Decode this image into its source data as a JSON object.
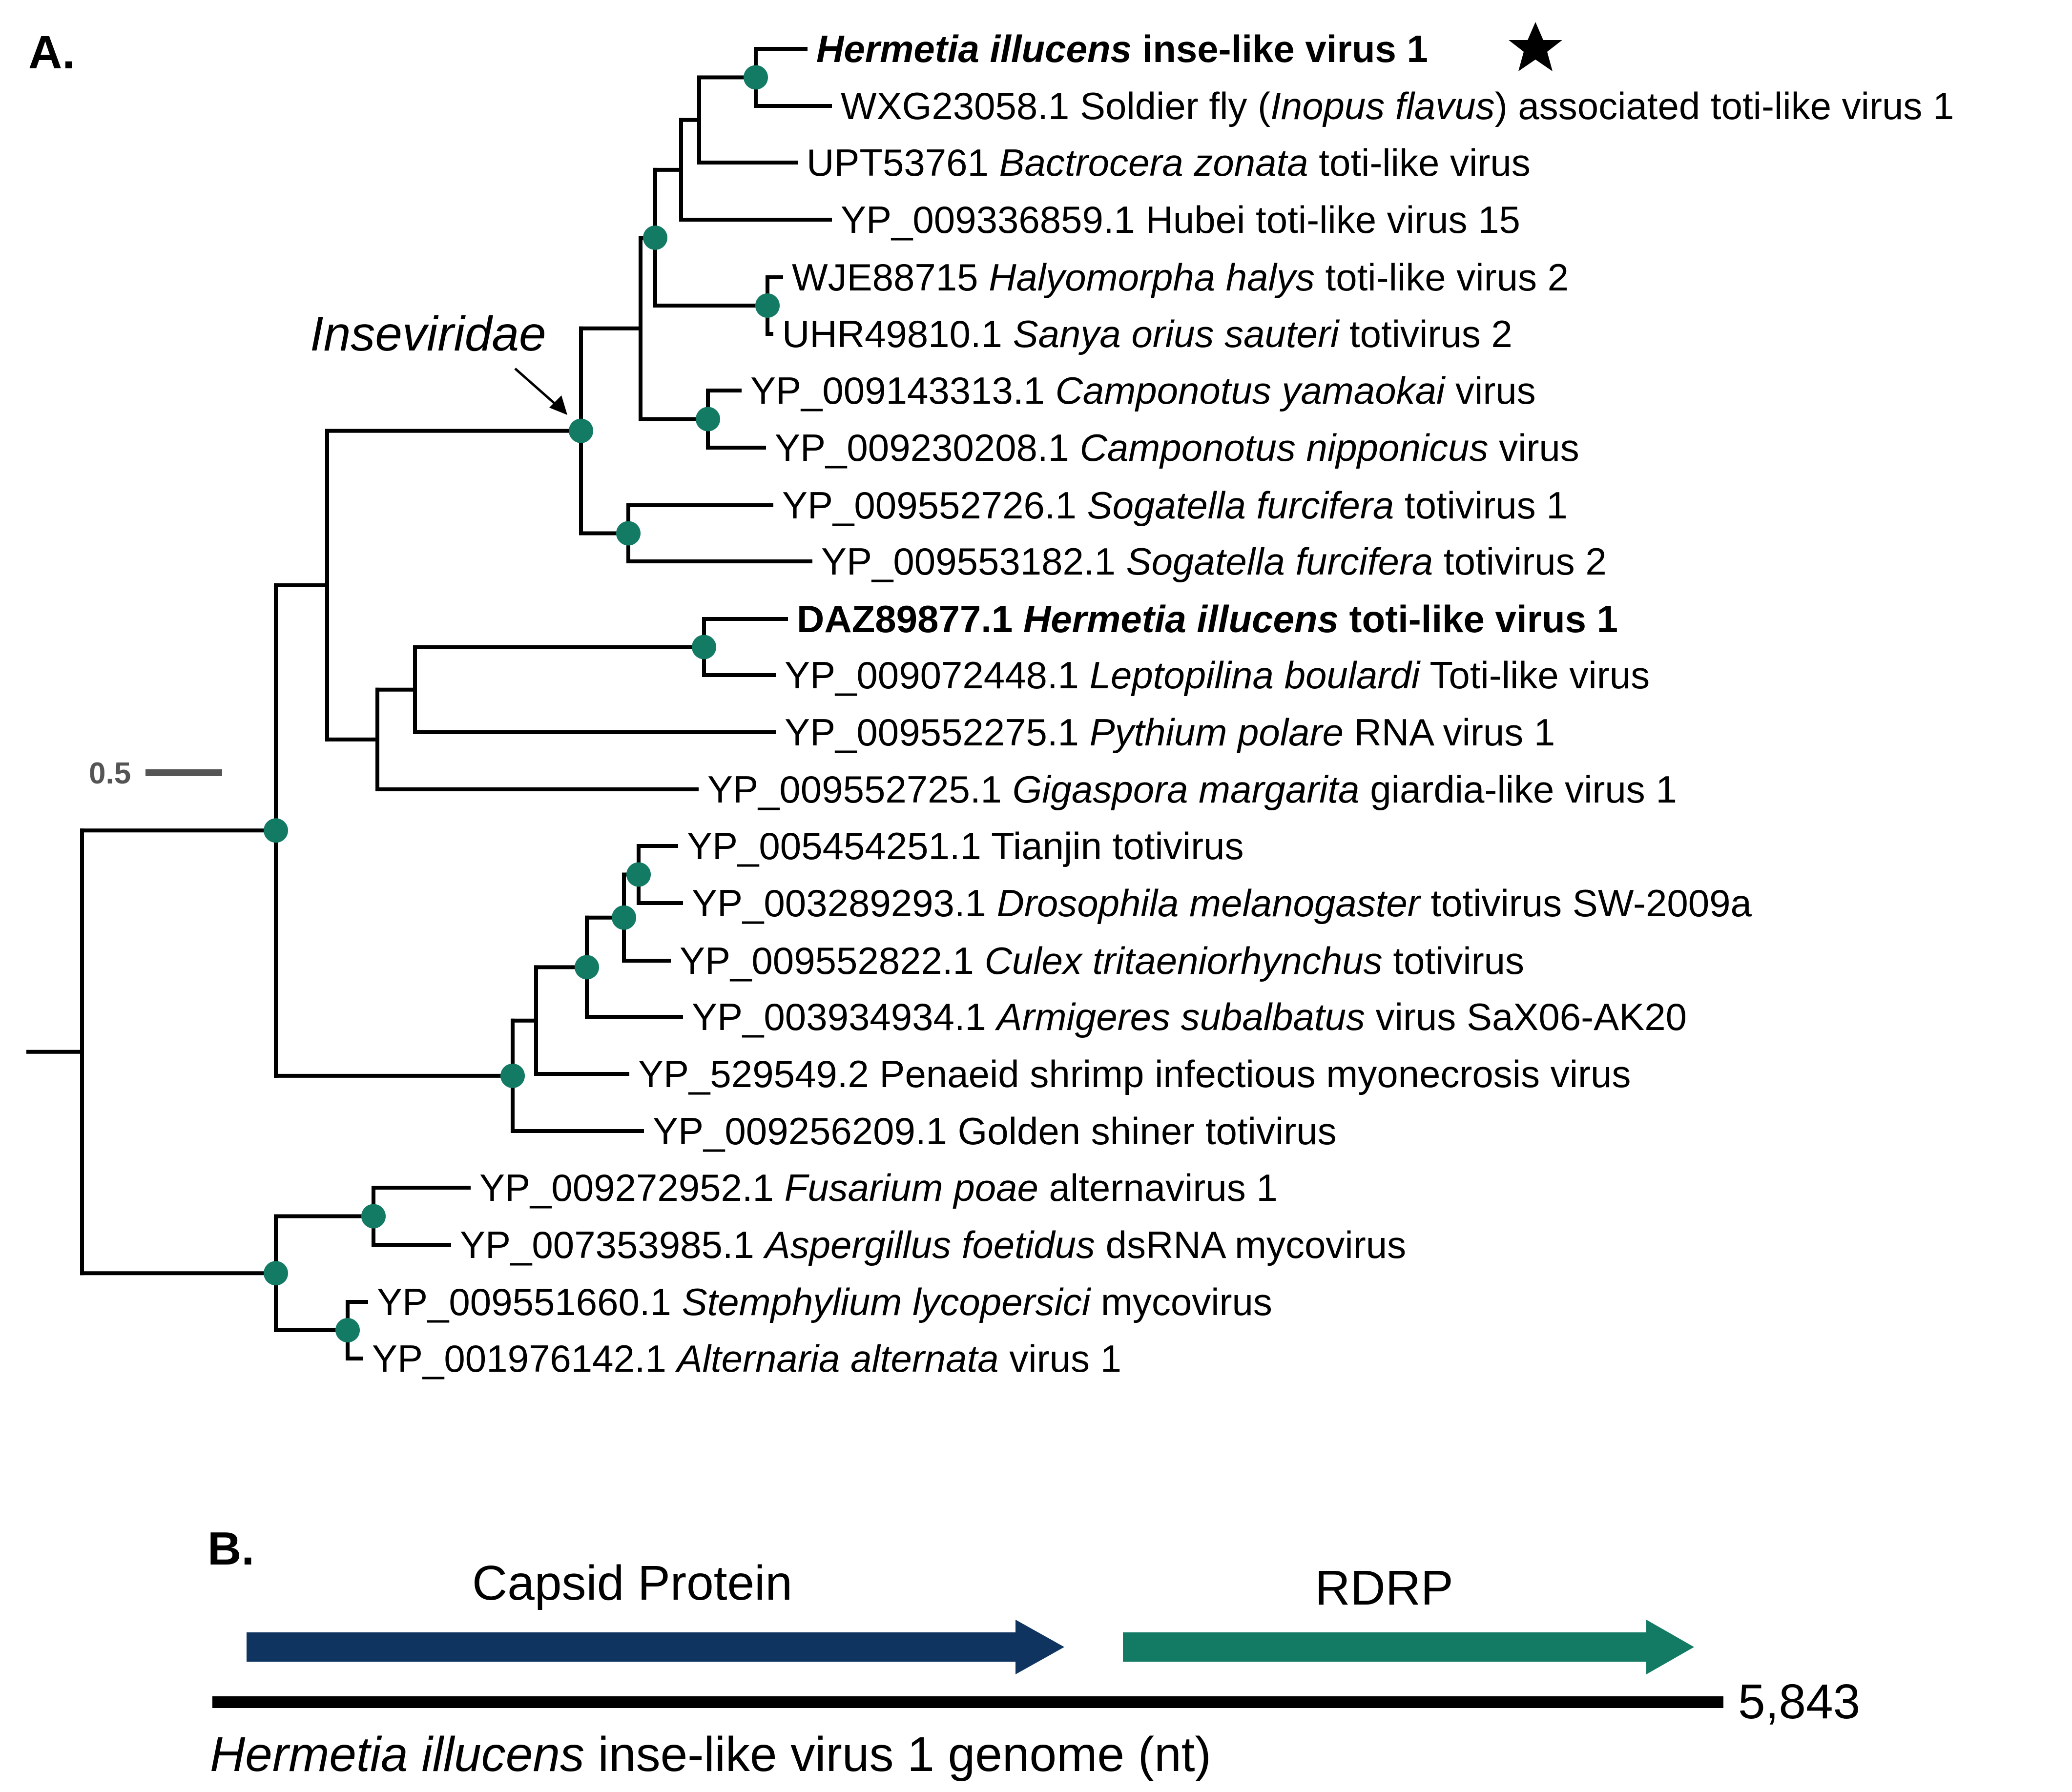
{
  "panel_a": {
    "label": "A.",
    "scale_bar_label": "0.5",
    "clade_label": "Inseviridae",
    "node_color": "#137a63",
    "star_icon": "star-icon",
    "taxa": [
      {
        "parts": [
          {
            "t": "Hermetia illucens",
            "i": true,
            "b": true
          },
          {
            "t": " inse-like virus 1",
            "b": true
          }
        ]
      },
      {
        "parts": [
          {
            "t": "WXG23058.1 Soldier fly ("
          },
          {
            "t": "Inopus flavus",
            "i": true
          },
          {
            "t": ") associated toti-like virus 1"
          }
        ]
      },
      {
        "parts": [
          {
            "t": "UPT53761 "
          },
          {
            "t": "Bactrocera zonata",
            "i": true
          },
          {
            "t": " toti-like virus"
          }
        ]
      },
      {
        "parts": [
          {
            "t": "YP_009336859.1 Hubei toti-like virus 15"
          }
        ]
      },
      {
        "parts": [
          {
            "t": "WJE88715 "
          },
          {
            "t": "Halyomorpha halys",
            "i": true
          },
          {
            "t": " toti-like virus 2"
          }
        ]
      },
      {
        "parts": [
          {
            "t": "UHR49810.1 "
          },
          {
            "t": "Sanya orius sauteri",
            "i": true
          },
          {
            "t": " totivirus 2"
          }
        ]
      },
      {
        "parts": [
          {
            "t": "YP_009143313.1 "
          },
          {
            "t": "Camponotus yamaokai",
            "i": true
          },
          {
            "t": " virus"
          }
        ]
      },
      {
        "parts": [
          {
            "t": "YP_009230208.1 "
          },
          {
            "t": "Camponotus nipponicus",
            "i": true
          },
          {
            "t": " virus"
          }
        ]
      },
      {
        "parts": [
          {
            "t": "YP_009552726.1 "
          },
          {
            "t": "Sogatella furcifera",
            "i": true
          },
          {
            "t": " totivirus 1"
          }
        ]
      },
      {
        "parts": [
          {
            "t": "YP_009553182.1 "
          },
          {
            "t": "Sogatella furcifera",
            "i": true
          },
          {
            "t": " totivirus 2"
          }
        ]
      },
      {
        "parts": [
          {
            "t": "DAZ89877.1 ",
            "b": true
          },
          {
            "t": "Hermetia illucens",
            "i": true,
            "b": true
          },
          {
            "t": " toti-like virus 1",
            "b": true
          }
        ]
      },
      {
        "parts": [
          {
            "t": "YP_009072448.1 "
          },
          {
            "t": "Leptopilina boulardi",
            "i": true
          },
          {
            "t": " Toti-like virus"
          }
        ]
      },
      {
        "parts": [
          {
            "t": "YP_009552275.1 "
          },
          {
            "t": "Pythium polare",
            "i": true
          },
          {
            "t": " RNA virus 1"
          }
        ]
      },
      {
        "parts": [
          {
            "t": "YP_009552725.1 "
          },
          {
            "t": "Gigaspora margarita",
            "i": true
          },
          {
            "t": " giardia-like virus 1"
          }
        ]
      },
      {
        "parts": [
          {
            "t": "YP_005454251.1 Tianjin totivirus"
          }
        ]
      },
      {
        "parts": [
          {
            "t": "YP_003289293.1 "
          },
          {
            "t": "Drosophila melanogaster",
            "i": true
          },
          {
            "t": " totivirus SW-2009a"
          }
        ]
      },
      {
        "parts": [
          {
            "t": "YP_009552822.1 "
          },
          {
            "t": "Culex tritaeniorhynchus",
            "i": true
          },
          {
            "t": " totivirus"
          }
        ]
      },
      {
        "parts": [
          {
            "t": "YP_003934934.1 "
          },
          {
            "t": "Armigeres subalbatus",
            "i": true
          },
          {
            "t": " virus SaX06-AK20"
          }
        ]
      },
      {
        "parts": [
          {
            "t": "YP_529549.2 Penaeid shrimp infectious myonecrosis virus"
          }
        ]
      },
      {
        "parts": [
          {
            "t": "YP_009256209.1 Golden shiner totivirus"
          }
        ]
      },
      {
        "parts": [
          {
            "t": "YP_009272952.1 "
          },
          {
            "t": "Fusarium poae",
            "i": true
          },
          {
            "t": " alternavirus 1"
          }
        ]
      },
      {
        "parts": [
          {
            "t": "YP_007353985.1 "
          },
          {
            "t": "Aspergillus foetidus",
            "i": true
          },
          {
            "t": " dsRNA mycovirus"
          }
        ]
      },
      {
        "parts": [
          {
            "t": "YP_009551660.1 "
          },
          {
            "t": "Stemphylium lycopersici",
            "i": true
          },
          {
            "t": " mycovirus"
          }
        ]
      },
      {
        "parts": [
          {
            "t": "YP_001976142.1 "
          },
          {
            "t": "Alternaria alternata",
            "i": true
          },
          {
            "t": " virus 1"
          }
        ]
      }
    ]
  },
  "panel_b": {
    "label": "B.",
    "genes": [
      {
        "name": "Capsid Protein",
        "color": "#0f3460"
      },
      {
        "name": "RDRP",
        "color": "#137a63"
      }
    ],
    "genome_length": "5,843",
    "axis_label_italic": "Hermetia illucens",
    "axis_label_rest": " inse-like virus 1 genome (nt)"
  }
}
